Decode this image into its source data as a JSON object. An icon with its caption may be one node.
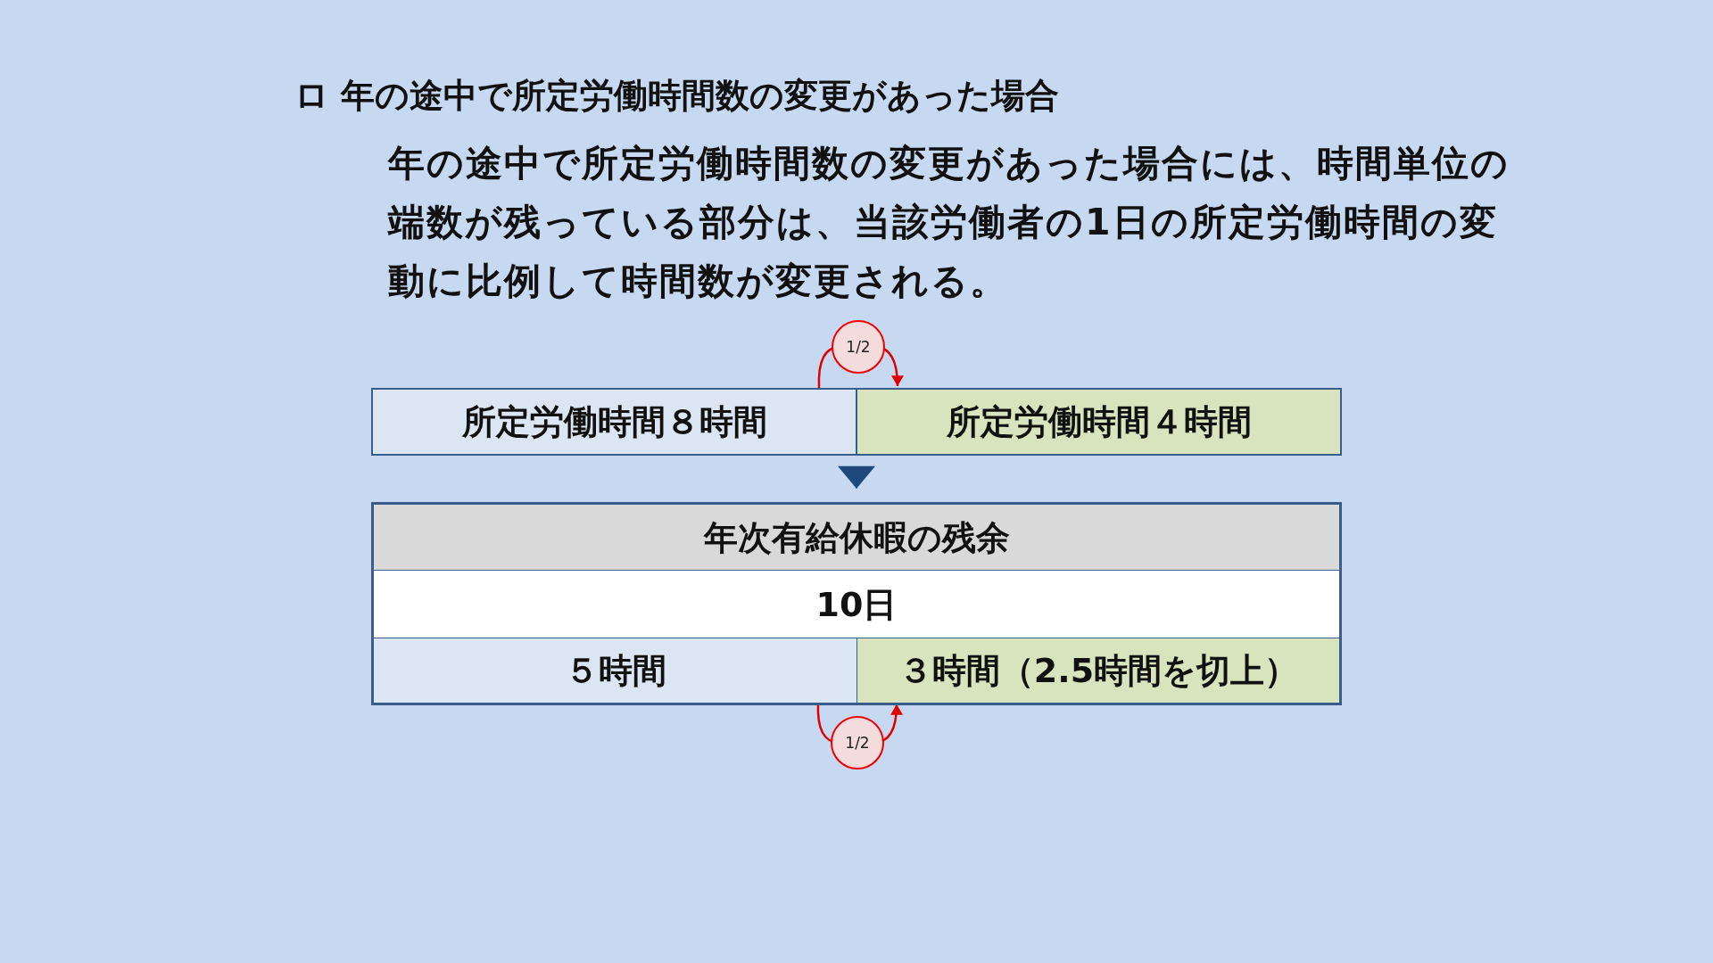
{
  "diagram": {
    "title": "ロ 年の途中で所定労働時間数の変更があった場合",
    "nodes": [
      {
        "text": [
          "所定労働時間８時間"
        ]
      },
      {
        "text": [
          "所定労働時間４時間"
        ]
      },
      {
        "text": [],
        "shape": "box"
      },
      {
        "text": [
          "年次有給休暇の残余"
        ],
        "in": 2
      },
      {
        "text": [
          "10日"
        ],
        "in": 2
      },
      {
        "text": [
          "５時間"
        ],
        "in": 2
      },
      {
        "text": [
          "３時間（2.5時間を切上）"
        ],
        "in": 2
      }
    ],
    "edges": [
      {
        "from": 0,
        "to": 1,
        "arrow": "to",
        "label": "1/2"
      },
      {
        "from": 0,
        "to": 2,
        "arrow": "to",
        "color": "#1f497d"
      },
      {
        "from": 5,
        "to": 6,
        "arrow": "to",
        "label": "1/2"
      }
    ],
    "labels": [
      "年の途中で所定労働時間数の変更があった場合には、時間単位の端数が残っている部分は、当該労働者の1日の所定労働時間の変動に比例して時間数が変更される。"
    ]
  }
}
